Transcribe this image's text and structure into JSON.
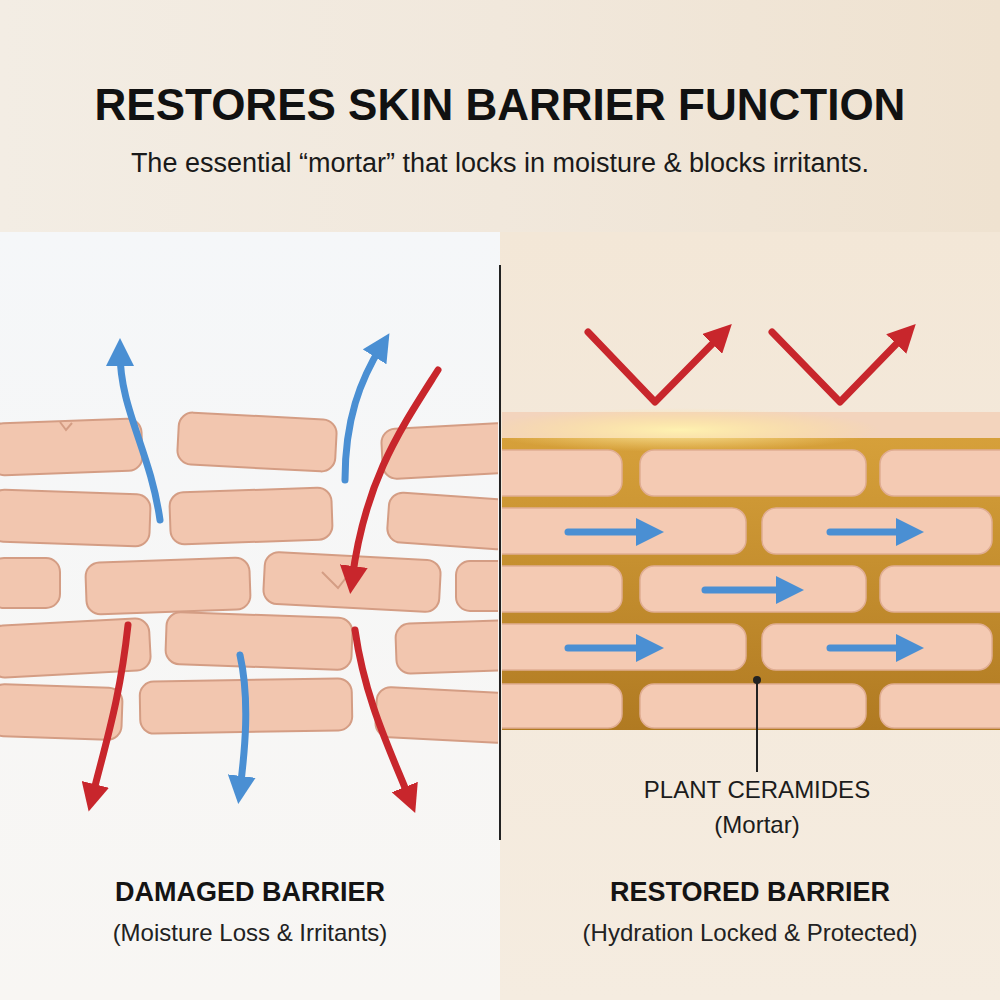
{
  "diagram": {
    "title": "RESTORES SKIN BARRIER FUNCTION",
    "caption": "The essential “mortar” that locks in moisture & blocks irritants.",
    "nodes": [
      {
        "text": [
          "DAMAGED BARRIER",
          "(Moisture Loss & Irritants)"
        ]
      },
      {
        "text": [
          "RESTORED BARRIER",
          "(Hydration Locked & Protected)"
        ]
      }
    ],
    "labels": [
      "PLANT CERAMIDES (Mortar)"
    ]
  }
}
